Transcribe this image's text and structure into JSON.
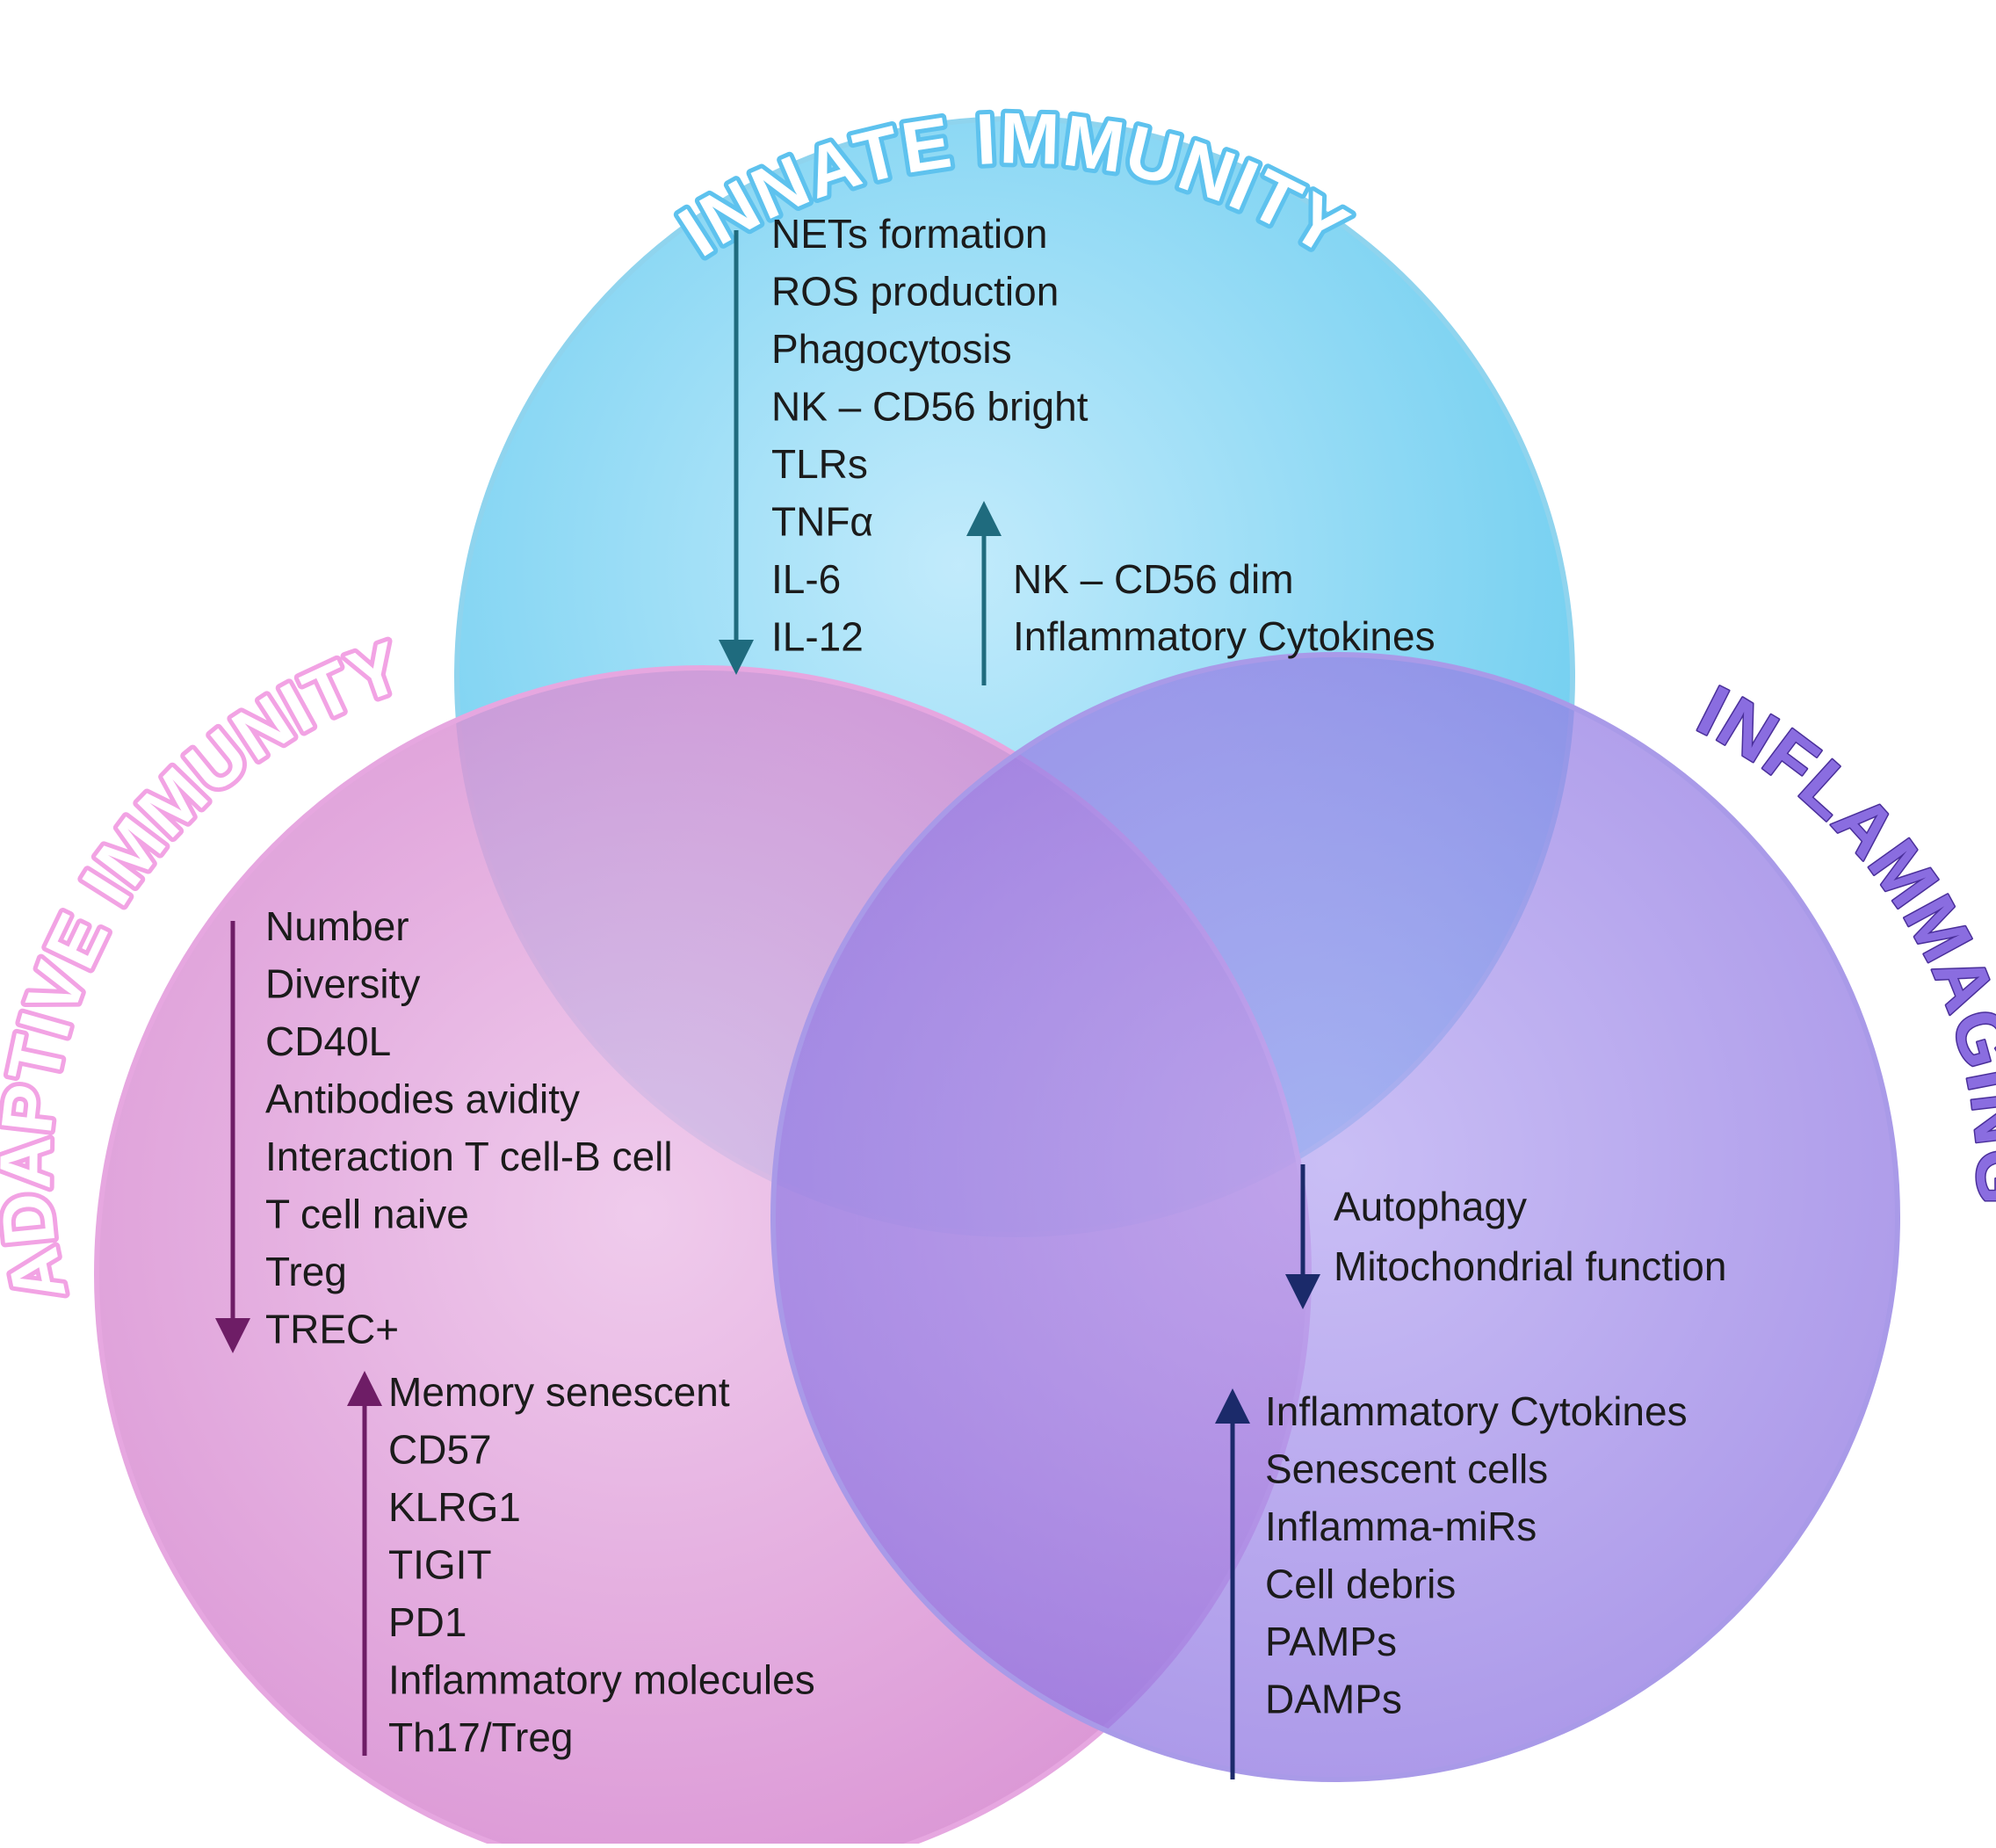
{
  "innate": {
    "title": "INNATE IMMUNITY",
    "decreased": [
      "NETs formation",
      "ROS production",
      "Phagocytosis",
      "NK – CD56 bright",
      "TLRs",
      "TNFα",
      "IL-6",
      "IL-12"
    ],
    "increased": [
      "NK – CD56 dim",
      "Inflammatory Cytokines"
    ]
  },
  "adaptive": {
    "title": "ADAPTIVE IMMUNITY",
    "decreased": [
      "Number",
      "Diversity",
      "CD40L",
      "Antibodies avidity",
      "Interaction T cell-B cell",
      "T cell naive",
      "Treg",
      "TREC+"
    ],
    "increased": [
      "Memory senescent",
      "CD57",
      "KLRG1",
      "TIGIT",
      "PD1",
      "Inflammatory molecules",
      "Th17/Treg"
    ]
  },
  "inflammaging": {
    "title": "INFLAMMAGING",
    "decreased": [
      "Autophagy",
      "Mitochondrial function"
    ],
    "increased": [
      "Inflammatory Cytokines",
      "Senescent cells",
      "Inflamma-miRs",
      "Cell debris",
      "PAMPs",
      "DAMPs"
    ]
  },
  "colors": {
    "innate_fill": "#5ec8ee",
    "adaptive_fill": "#d37fcc",
    "inflammaging_fill": "#8c72e0",
    "innate_title": "#5ec2ee",
    "adaptive_title": "#f2a3e4",
    "inflammaging_title": "#8a6de0",
    "innate_arrow": "#1f6b7e",
    "adaptive_arrow": "#6e1d66",
    "inflammaging_arrow": "#1b2a6a"
  }
}
